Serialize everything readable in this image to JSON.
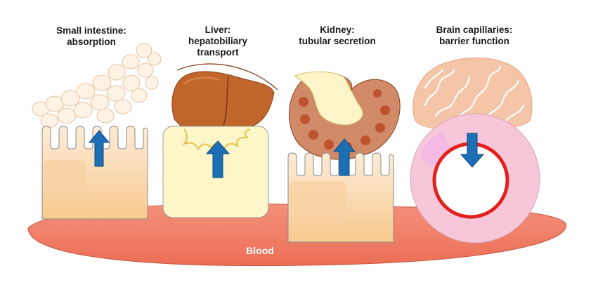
{
  "labels": {
    "small_intestine": {
      "line1": "Small intestine:",
      "line2": "absorption"
    },
    "liver": {
      "line1": "Liver:",
      "line2": "hepatobiliary",
      "line3": "transport"
    },
    "kidney": {
      "line1": "Kidney:",
      "line2": "tubular secretion"
    },
    "brain": {
      "line1": "Brain capillaries:",
      "line2": "barrier function"
    }
  },
  "blood_label": "Blood",
  "colors": {
    "blood": "#f07f69",
    "blood_edge": "#c8563f",
    "cell_fill": "#fbd9b0",
    "cell_edge": "#7a7a7a",
    "hepatocyte_fill": "#fdf6c9",
    "liver": "#c0662b",
    "kidney_cortex": "#d08a67",
    "kidney_medulla": "#c0532f",
    "brain": "#f5c5a8",
    "capillary_ring": "#f6c6d9",
    "capillary_lumen": "#e3211c",
    "arrow": "#1d6fb5"
  },
  "icons": [
    "up-arrow-icon",
    "down-arrow-icon"
  ]
}
